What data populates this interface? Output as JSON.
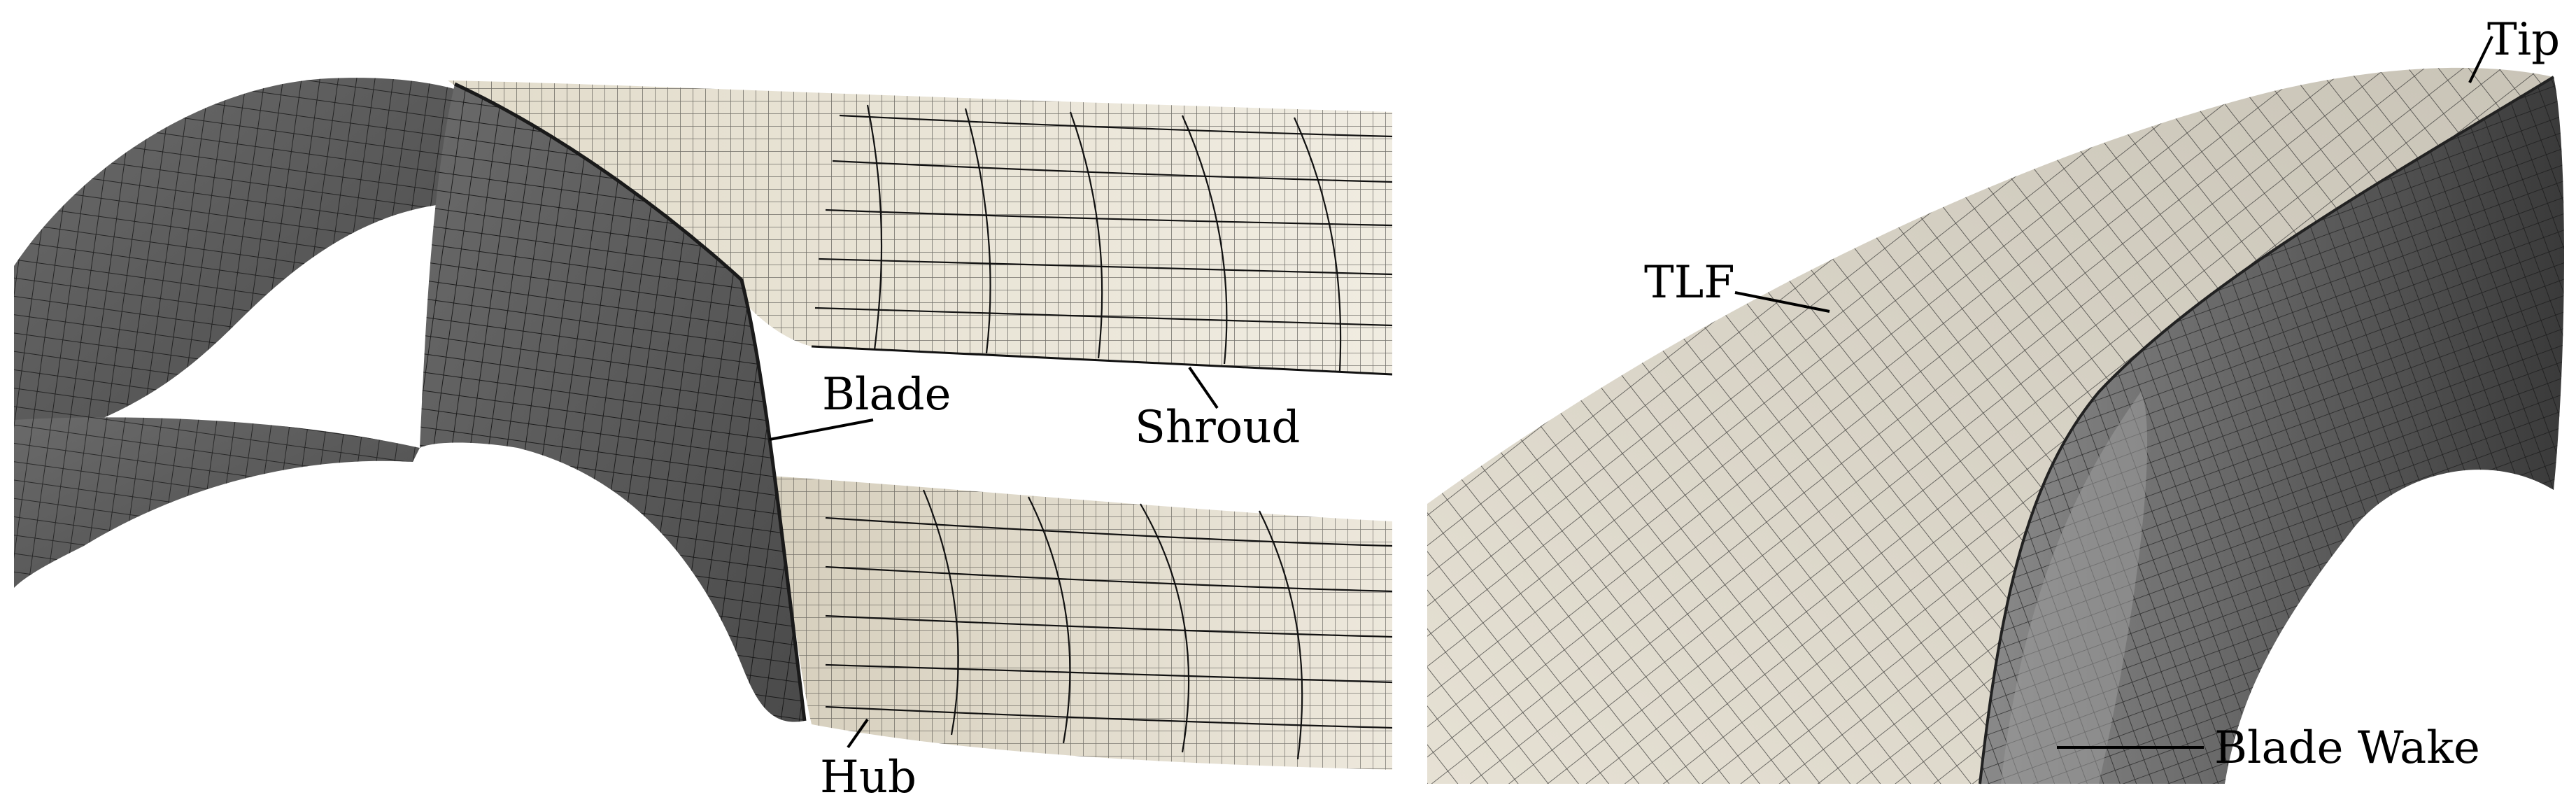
{
  "labels": {
    "blade": "Blade",
    "shroud": "Shroud",
    "hub": "Hub",
    "tlf": "TLF",
    "tip": "Tip",
    "blade_wake": "Blade Wake"
  },
  "colors": {
    "blade_surface": "#5c5c5c",
    "blade_surface_light": "#7a7a7a",
    "wall_surface": "#ebe6d9",
    "wall_surface_shade": "#d8d2c2",
    "mesh_line": "#111111",
    "background": "#ffffff"
  }
}
